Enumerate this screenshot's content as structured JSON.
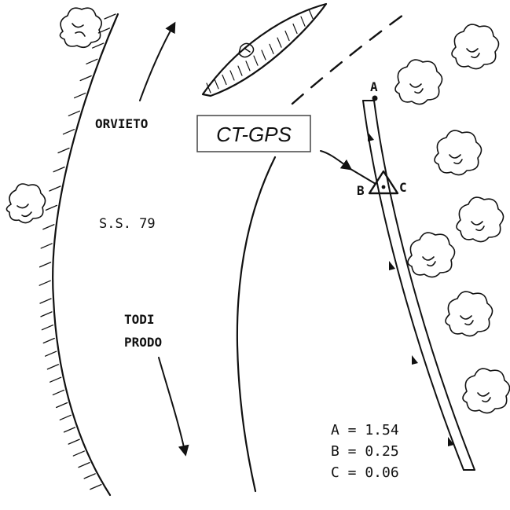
{
  "labels": {
    "orvieto": "ORVIETO",
    "road": "S.S. 79",
    "todi": "TODI",
    "prodo": "PRODO",
    "station": "CT-GPS",
    "point_a": "A",
    "point_b": "B",
    "point_c": "C"
  },
  "measurements": [
    {
      "name": "A",
      "text": "A = 1.54"
    },
    {
      "name": "B",
      "text": "B = 0.25"
    },
    {
      "name": "C",
      "text": "C = 0.06"
    }
  ]
}
